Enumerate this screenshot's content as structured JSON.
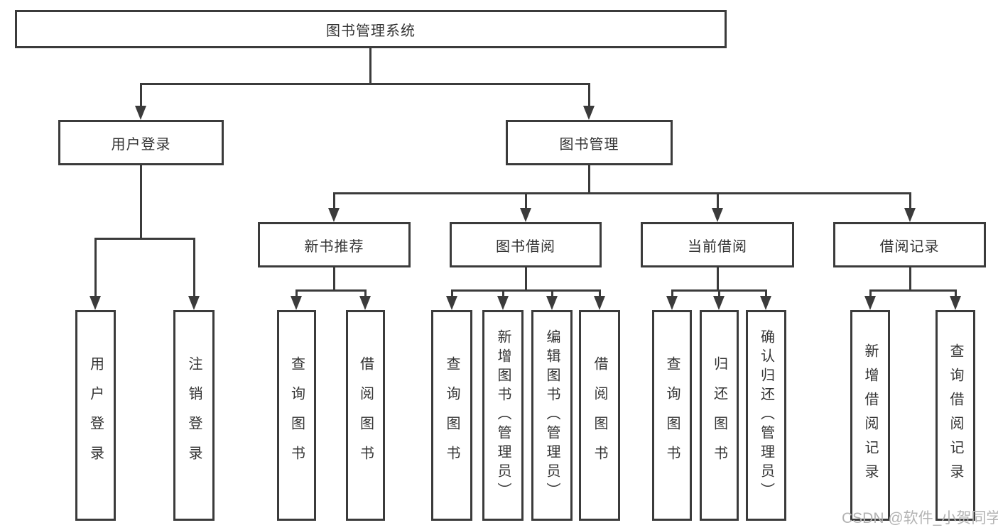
{
  "diagram": {
    "root": {
      "label": "图书管理系统"
    },
    "user_login": {
      "label": "用户登录",
      "children": [
        {
          "label": "用户登录"
        },
        {
          "label": "注销登录"
        }
      ]
    },
    "book_mgmt": {
      "label": "图书管理",
      "sections": [
        {
          "label": "新书推荐",
          "children": [
            {
              "label": "查询图书"
            },
            {
              "label": "借阅图书"
            }
          ]
        },
        {
          "label": "图书借阅",
          "children": [
            {
              "label": "查询图书"
            },
            {
              "label": "新增图书（管理员）"
            },
            {
              "label": "编辑图书（管理员）"
            },
            {
              "label": "借阅图书"
            }
          ]
        },
        {
          "label": "当前借阅",
          "children": [
            {
              "label": "查询图书"
            },
            {
              "label": "归还图书"
            },
            {
              "label": "确认归还（管理员）"
            }
          ]
        },
        {
          "label": "借阅记录",
          "children": [
            {
              "label": "新增借阅记录"
            },
            {
              "label": "查询借阅记录"
            }
          ]
        }
      ]
    },
    "watermark": "CSDN @软件_小贺同学",
    "colors": {
      "line": "#3b3b3b",
      "text": "#333333",
      "watermark": "#b3b3b3",
      "background": "#ffffff"
    }
  }
}
